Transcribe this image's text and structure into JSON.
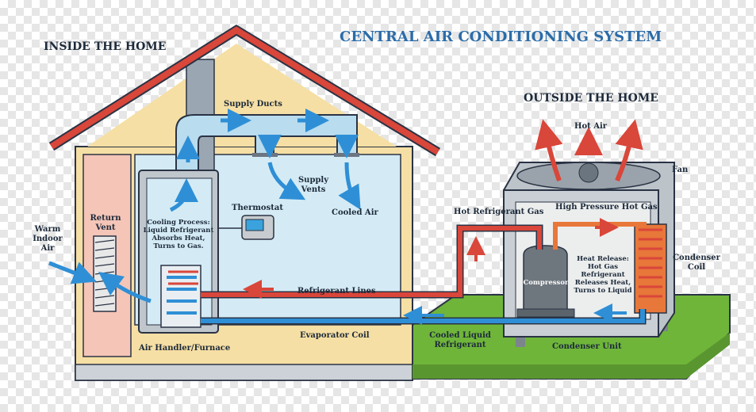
{
  "title": "CENTRAL AIR CONDITIONING SYSTEM",
  "inside_heading": "INSIDE THE HOME",
  "outside_heading": "OUTSIDE THE HOME",
  "labels": {
    "supply_ducts": "Supply Ducts",
    "supply_vents": [
      "Supply",
      "Vents"
    ],
    "cooled_air": "Cooled Air",
    "thermostat": "Thermostat",
    "return_vent": [
      "Return",
      "Vent"
    ],
    "warm_indoor_air": [
      "Warm",
      "Indoor",
      "Air"
    ],
    "cooling_process": [
      "Cooling Process:",
      "Liquid Refrigerant",
      "Absorbs Heat,",
      "Turns to Gas."
    ],
    "refrigerant_lines": "Refrigerant Lines",
    "evaporator_coil": "Evaporator Coil",
    "air_handler": "Air Handler/Furnace",
    "hot_air": "Hot Air",
    "fan": "Fan",
    "hot_refrigerant_gas": "Hot Refrigerant Gas",
    "high_pressure_hot_gas": "High Pressure Hot Gas",
    "compressor": "Compressor",
    "heat_release": [
      "Heat Release:",
      "Hot Gas",
      "Refrigerant",
      "Releases Heat,",
      "Turns to Liquid"
    ],
    "condenser_coil": [
      "Condenser",
      "Coil"
    ],
    "cooled_liquid_refrigerant": [
      "Cooled Liquid",
      "Refrigerant"
    ],
    "condenser_unit": "Condenser Unit"
  },
  "colors": {
    "hot": "#d9463a",
    "cold": "#2f8fd6",
    "duct": "#b9dcef",
    "ground": "#6fb53a"
  }
}
